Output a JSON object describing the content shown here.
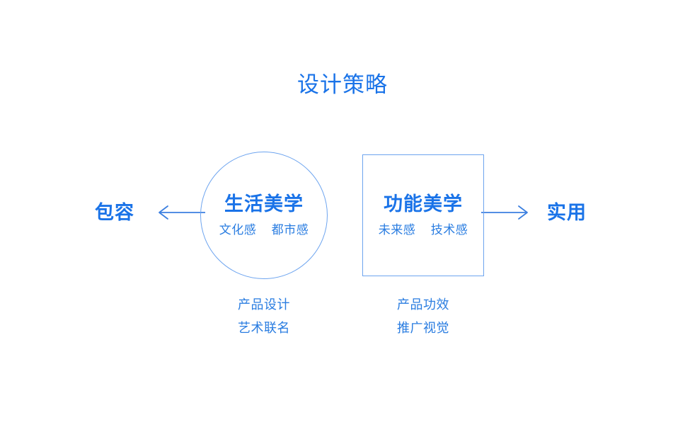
{
  "slide": {
    "title": "设计策略",
    "background_color": "#ffffff",
    "accent_color": "#1a73e8",
    "stroke_color": "#6da4ef",
    "sub_text_color": "#2a7de1"
  },
  "axis": {
    "left_label": "包容",
    "right_label": "实用",
    "left_arrow_icon": "arrow-left-icon",
    "right_arrow_icon": "arrow-right-icon"
  },
  "nodes": [
    {
      "shape": "circle",
      "heading": "生活美学",
      "sub_left": "文化感",
      "sub_right": "都市感",
      "caption_line1": "产品设计",
      "caption_line2": "艺术联名"
    },
    {
      "shape": "square",
      "heading": "功能美学",
      "sub_left": "未来感",
      "sub_right": "技术感",
      "caption_line1": "产品功效",
      "caption_line2": "推广视觉"
    }
  ]
}
